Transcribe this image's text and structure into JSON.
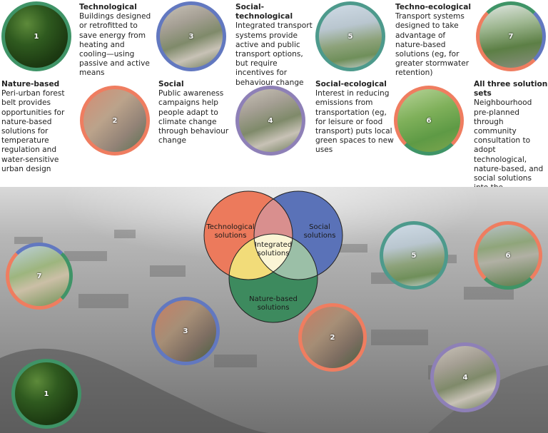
{
  "top_row": [
    {
      "id": "1",
      "title": "",
      "body": ""
    },
    {
      "id": "tech",
      "title": "Technological",
      "body": "Buildings designed or retrofitted to save energy from heating and cooling—using passive and active means"
    },
    {
      "id": "3",
      "title": "",
      "body": ""
    },
    {
      "id": "soctech",
      "title": "Social-technological",
      "body": "Integrated transport systems provide active and public transport options, but require incentives for behaviour change"
    },
    {
      "id": "5",
      "title": "",
      "body": ""
    },
    {
      "id": "technoeco",
      "title": "Techno-ecological",
      "body": "Transport systems designed to take advantage of nature-based solutions (eg, for greater stormwater retention)"
    },
    {
      "id": "7",
      "title": "",
      "body": ""
    }
  ],
  "descriptions": {
    "nature_based": {
      "title": "Nature-based",
      "body": "Peri-urban forest belt provides opportunities for nature-based solutions for temperature regulation and water-sensitive urban design"
    },
    "technological": {
      "title": "Technological",
      "body": "Buildings designed or retrofitted to save energy from heating and cooling—using passive and active means"
    },
    "social": {
      "title": "Social",
      "body": "Public awareness campaigns help people adapt to climate change through behaviour change"
    },
    "social_technological": {
      "title": "Social-technological",
      "body": "Integrated transport systems provide active and public transport options, but require incentives for behaviour change"
    },
    "social_ecological": {
      "title": "Social-ecological",
      "body": "Interest in reducing emissions from transportation (eg, for leisure or food transport) puts local green spaces to new uses"
    },
    "techno_ecological": {
      "title": "Techno-ecological",
      "body": "Transport systems designed to take advantage of nature-based solutions (eg, for greater stormwater retention)"
    },
    "all_three": {
      "title": "All three solution sets",
      "body": "Neighbourhood pre-planned through community consultation to adopt technological, nature-based, and social solutions into the development"
    }
  },
  "photo_labels": [
    "1",
    "2",
    "3",
    "4",
    "5",
    "6",
    "7"
  ],
  "venn": {
    "technological": "Technological solutions",
    "social": "Social solutions",
    "nature_based": "Nature-based solutions",
    "integrated": "Integrated solutions"
  },
  "colors": {
    "technological": "#ec7a5c",
    "social": "#5a72b8",
    "nature_based": "#3d8a5e",
    "tech_social": "#d98f8e",
    "tech_nature": "#f2dc79",
    "social_nature": "#9bbfa7",
    "integrated": "#fbf5d5",
    "ring_green": "#3f9467",
    "ring_orange": "#ef7d60",
    "ring_blue": "#6278c0",
    "ring_purple": "#8e80b7"
  }
}
